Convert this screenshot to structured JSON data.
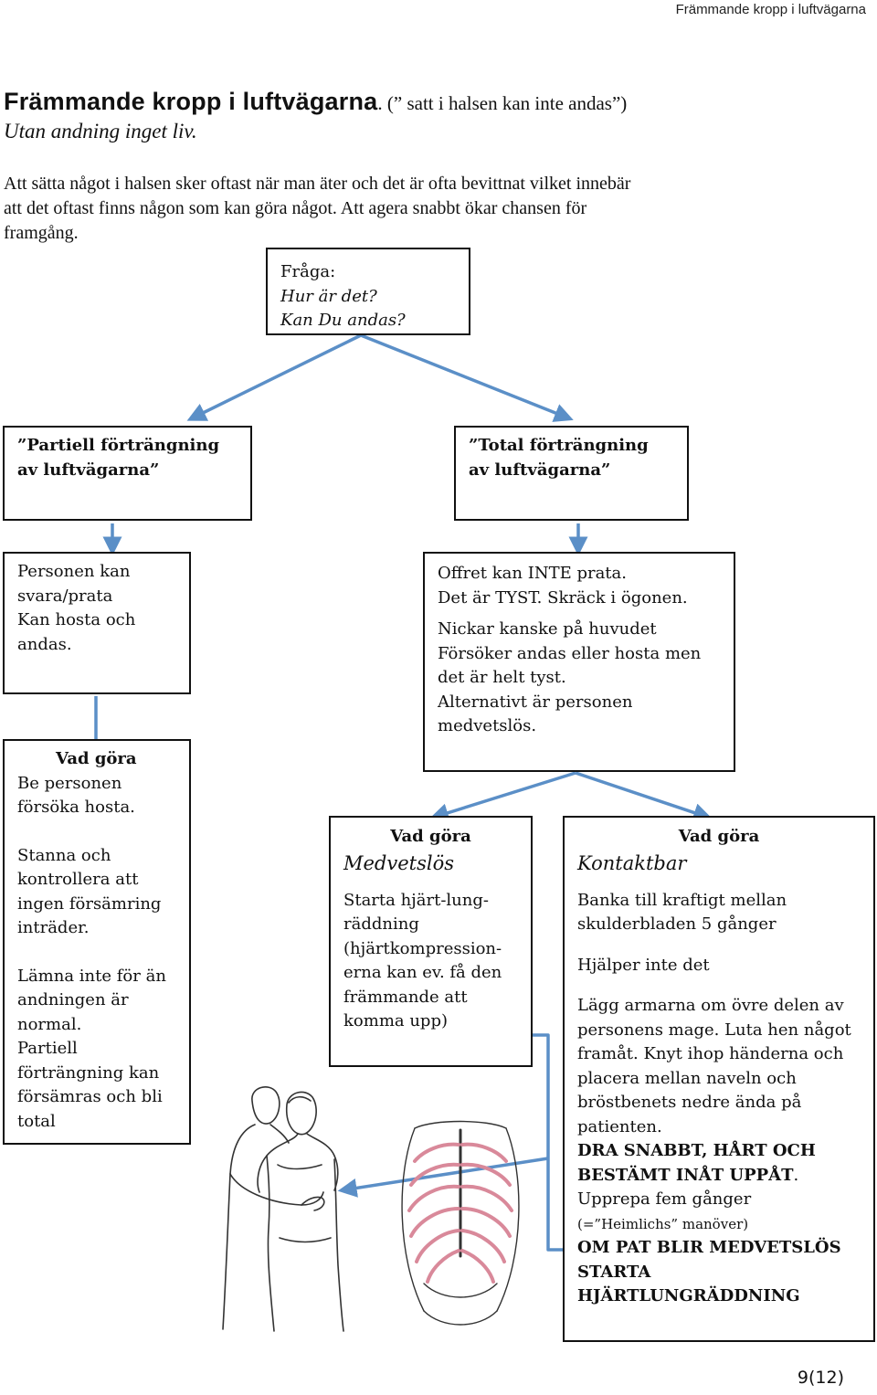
{
  "header": {
    "running_title": "Främmande kropp i luftvägarna"
  },
  "title": {
    "main": "Främmande kropp i luftvägarna",
    "paren": ". (” satt i halsen kan inte andas”)",
    "subtitle": "Utan andning inget liv."
  },
  "intro": "Att sätta något i halsen sker oftast när man äter och det är ofta bevittnat vilket innebär\natt det oftast finns någon som kan göra något. Att agera snabbt ökar chansen för\nframgång.",
  "question": {
    "label": "Fråga:",
    "line1": "Hur är det?",
    "line2": "Kan Du andas?"
  },
  "partial": {
    "title": "”Partiell förträngning\nav luftvägarna”",
    "signs": "Personen kan\nsvara/prata\nKan hosta och\nandas.",
    "todo_heading": "Vad göra",
    "todo_1": "Be personen\nförsöka hosta.",
    "todo_2": "Stanna och\nkontrollera att\ningen försämring\ninträder.",
    "todo_3": "Lämna inte för än\nandningen är\nnormal.\nPartiell\nförträngning kan\nförsämras och bli\ntotal"
  },
  "total": {
    "title": "”Total förträngning\nav luftvägarna”",
    "signs_1": "Offret kan INTE prata.\nDet är TYST. Skräck i ögonen.",
    "signs_2": "Nickar kanske på huvudet\nFörsöker andas eller hosta men\ndet är helt tyst.\nAlternativt är personen\nmedvetslös."
  },
  "unconscious": {
    "heading": "Vad göra",
    "state": "Medvetslös",
    "text": "Starta hjärt-lung-\nräddning\n(hjärtkompression-\nerna kan ev. få den\nfrämmande att\nkomma upp)"
  },
  "conscious": {
    "heading": "Vad göra",
    "state": "Kontaktbar",
    "text_1": "Banka till kraftigt mellan\nskulderbladen 5 gånger",
    "text_2": "Hjälper inte det",
    "text_3": "Lägg armarna om övre delen av\npersonens mage. Luta hen något\nframåt. Knyt ihop händerna och\nplacera mellan naveln  och\nbröstbenets nedre ända på\npatienten.",
    "text_4": "DRA SNABBT, HÅRT OCH\nBESTÄMT  INÅT UPPÅT",
    "text_4_end": ".",
    "text_5": "Upprepa fem gånger",
    "text_6": "(=”Heimlichs” manöver)",
    "text_7": "OM PAT BLIR MEDVETSLÖS\nSTARTA\nHJÄRTLUNGRÄDDNING"
  },
  "page_number": "9(12)",
  "colors": {
    "arrow": "#5b8fc7",
    "border": "#111111"
  }
}
